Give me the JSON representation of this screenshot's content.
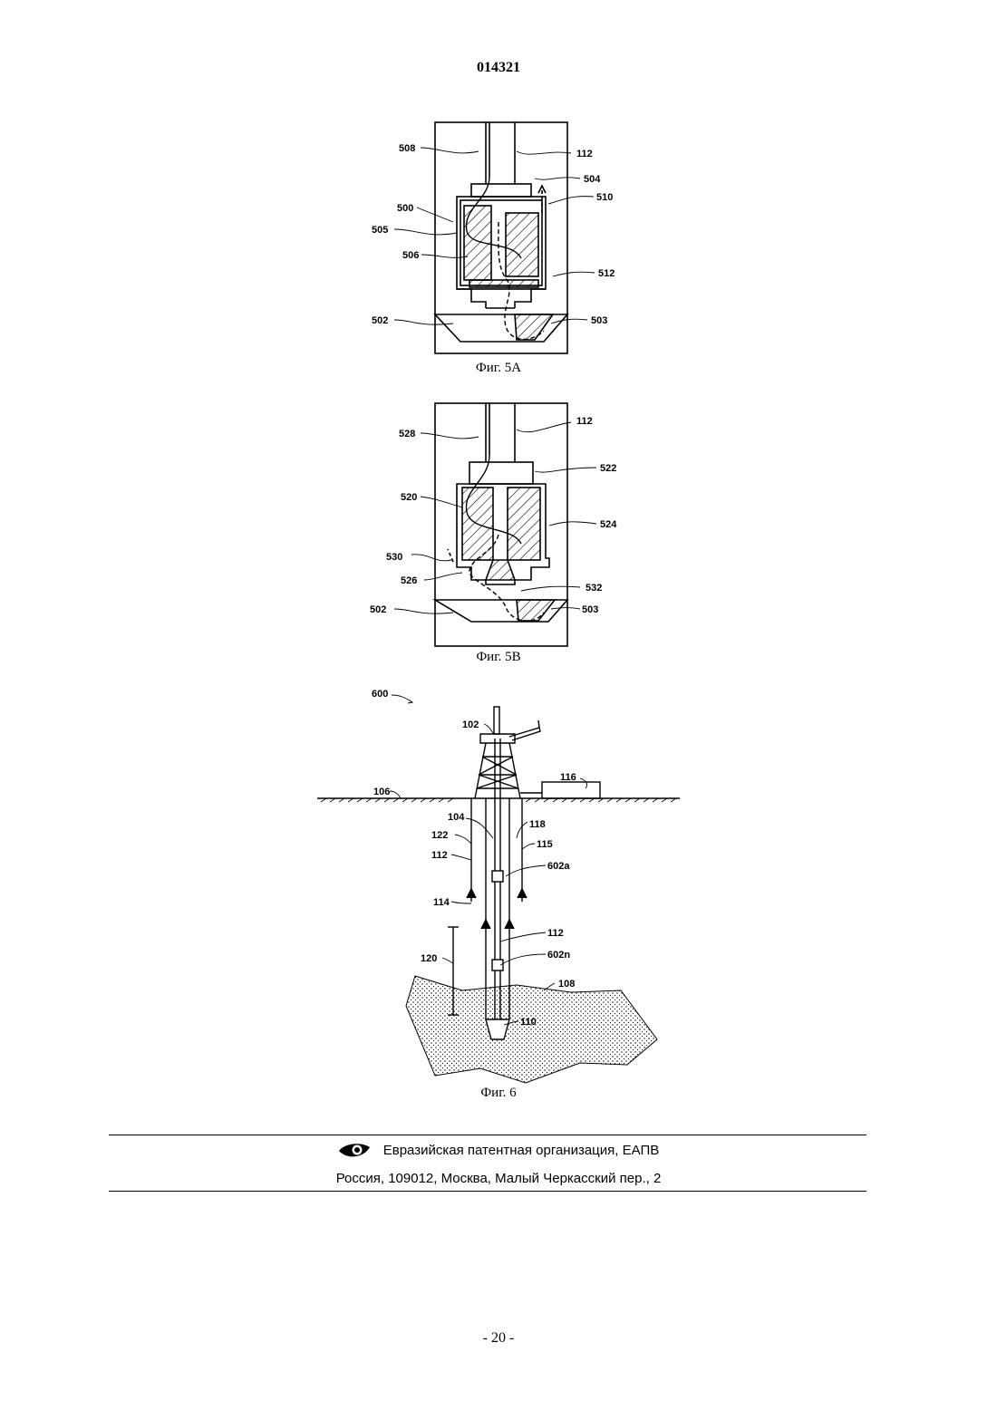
{
  "header": {
    "doc_number": "014321"
  },
  "fig5a": {
    "caption": "Фиг. 5A",
    "labels": {
      "l508": "508",
      "l112": "112",
      "l504": "504",
      "l510": "510",
      "l500": "500",
      "l505": "505",
      "l506": "506",
      "l512": "512",
      "l502": "502",
      "l503": "503"
    }
  },
  "fig5b": {
    "caption": "Фиг. 5B",
    "labels": {
      "l528": "528",
      "l112": "112",
      "l522": "522",
      "l520": "520",
      "l524": "524",
      "l530": "530",
      "l526": "526",
      "l532": "532",
      "l502": "502",
      "l503": "503"
    }
  },
  "fig6": {
    "caption": "Фиг. 6",
    "labels": {
      "l600": "600",
      "l102": "102",
      "l116": "116",
      "l106": "106",
      "l104": "104",
      "l118": "118",
      "l122": "122",
      "l115": "115",
      "l112a": "112",
      "l602a": "602a",
      "l114": "114",
      "l112b": "112",
      "l120": "120",
      "l602n": "602n",
      "l108": "108",
      "l110": "110"
    }
  },
  "footer": {
    "org": "Евразийская патентная организация, ЕАПВ",
    "address": "Россия, 109012, Москва, Малый Черкасский пер., 2",
    "logo_icon": "eapo-eye-logo"
  },
  "page_number": "- 20 -"
}
